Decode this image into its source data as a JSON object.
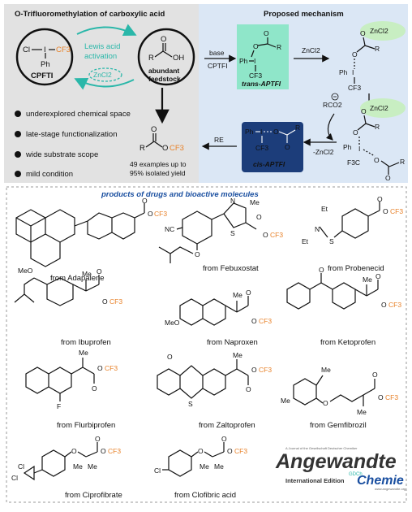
{
  "top_left": {
    "title": "O-Trifluoromethylation of carboxylic acid",
    "reagent_cl": "Cl",
    "reagent_i": "I",
    "reagent_cf3": "CF3",
    "reagent_ph": "Ph",
    "reagent_name": "CPFTI",
    "lewis_label_1": "Lewis acid",
    "lewis_label_2": "activation",
    "zncl2": "ZnCl2",
    "acid_r": "R",
    "acid_oh": "OH",
    "acid_o": "O",
    "feedstock_1": "abundant",
    "feedstock_2": "feedstock",
    "bullets": [
      "underexplored chemical space",
      "late-stage functionalization",
      "wide substrate scope",
      "mild condition"
    ],
    "product_r": "R",
    "product_o": "O",
    "product_cf3": "CF3",
    "examples_1": "49 examples up to",
    "examples_2": "95% isolated yield"
  },
  "mechanism": {
    "title": "Proposed mechanism",
    "base_label": "base",
    "cptfi_label": "CPTFI",
    "trans_name": "trans-APTFI",
    "cis_name": "cis-APTFI",
    "zncl2_step": "ZnCl2",
    "rco2": "RCO2",
    "minus_zncl2": "-ZnCl2",
    "re_label": "RE",
    "zncl2_a": "ZnCl2",
    "zncl2_b": "ZnCl2",
    "ph": "Ph",
    "i": "I",
    "cf3": "CF3",
    "f3c": "F3C",
    "o": "O",
    "r": "R"
  },
  "products": {
    "header": "products of drugs and bioactive molecules",
    "cf3": "CF3",
    "o": "O",
    "me": "Me",
    "meo": "MeO",
    "nc": "NC",
    "et": "Et",
    "n": "N",
    "s": "S",
    "f": "F",
    "cl": "Cl",
    "items": [
      "from Adapalene",
      "from Febuxostat",
      "from Probenecid",
      "from Ibuprofen",
      "from Naproxen",
      "from Ketoprofen",
      "from Flurbiprofen",
      "from Zaltoprofen",
      "from Gemfibrozil",
      "from Ciprofibrate",
      "from Clofibric acid"
    ]
  },
  "logo": {
    "tagline": "A Journal of the Gesellschaft Deutscher Chemiker",
    "angewandte": "Angewandte",
    "gdch": "GDCh",
    "international": "International Edition",
    "chemie": "Chemie",
    "url": "www.angewandte.org"
  },
  "colors": {
    "left_panel": "#e2e2e2",
    "right_panel": "#dbe7f5",
    "trans_box": "#8fe6c9",
    "cis_box": "#1c3d7a",
    "orange": "#e8822a",
    "teal": "#2ab7a9",
    "title_blue": "#1a4fa0",
    "highlight": "#c8eec2"
  }
}
